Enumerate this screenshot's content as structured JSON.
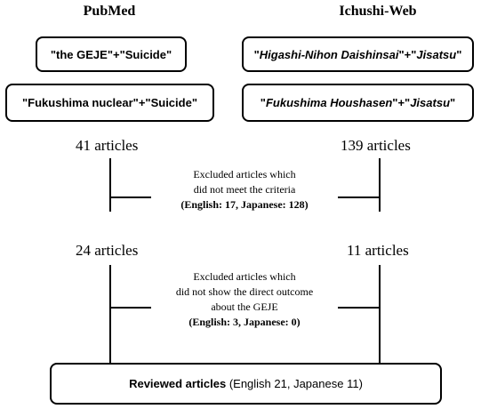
{
  "columns": {
    "left_title": "PubMed",
    "right_title": "Ichushi-Web"
  },
  "search_terms": {
    "left": {
      "term1": "\"the GEJE\"+\"Suicide\"",
      "term2": "\"Fukushima nuclear\"+\"Suicide\""
    },
    "right": {
      "term1_q1": "\"",
      "term1_em1": "Higashi-Nihon Daishinsai",
      "term1_mid": "\"+\"",
      "term1_em2": "Jisatsu",
      "term1_q2": "\"",
      "term2_q1": "\"",
      "term2_em1": "Fukushima Houshasen",
      "term2_mid": "\"+\"",
      "term2_em2": "Jisatsu",
      "term2_q2": "\""
    }
  },
  "counts": {
    "left_initial": "41 articles",
    "right_initial": "139 articles",
    "left_after": "24 articles",
    "right_after": "11 articles"
  },
  "exclusion1": {
    "line1": "Excluded articles which",
    "line2": "did not meet the criteria",
    "line3": "(English: 17, Japanese: 128)"
  },
  "exclusion2": {
    "line1": "Excluded articles which",
    "line2": "did not show the direct outcome",
    "line3": "about the GEJE",
    "line4": "(English: 3, Japanese: 0)"
  },
  "result": {
    "bold": "Reviewed articles",
    "rest": " (English 21, Japanese 11)"
  }
}
